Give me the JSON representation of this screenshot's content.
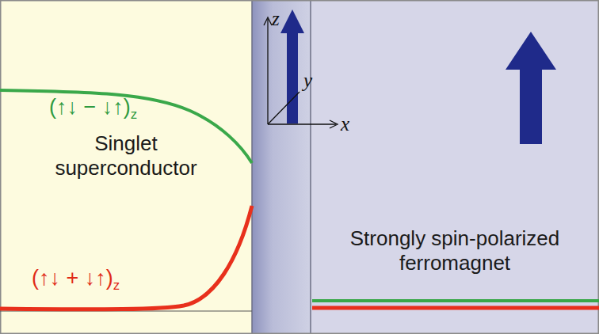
{
  "diagram": {
    "nodes": [
      {
        "text": [
          "Singlet superconductor"
        ]
      },
      {
        "text": [
          "Strongly spin-polarized ferromagnet"
        ]
      }
    ],
    "labels": [
      "(↑↓ − ↓↑)z",
      "(↑↓ + ↓↑)z",
      "z",
      "y",
      "x"
    ]
  }
}
